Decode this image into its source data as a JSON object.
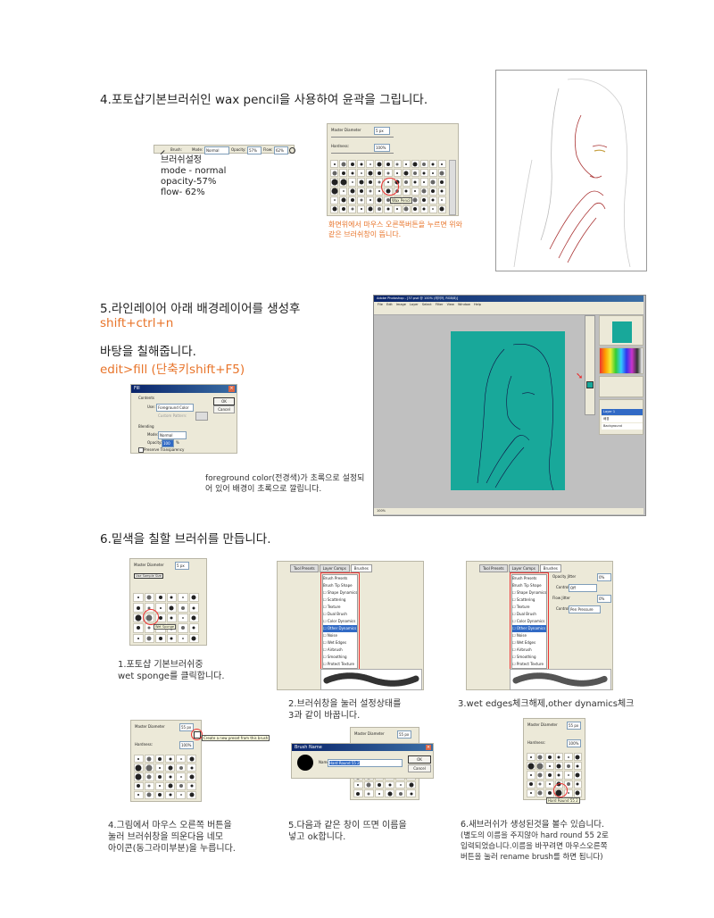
{
  "section4": {
    "heading": "4.포토샵기본브러쉬인 wax pencil을 사용하여 윤곽을 그립니다.",
    "settings_title": "브러쉬설정",
    "settings": [
      "mode - normal",
      "opacity-57%",
      "flow- 62%"
    ],
    "toolbar": {
      "brush": "Brush:",
      "mode": "Mode:",
      "mode_val": "Normal",
      "opacity": "Opacity:",
      "opacity_val": "57%",
      "flow": "Flow:",
      "flow_val": "62%"
    },
    "panel": {
      "master": "Master Diameter",
      "master_val": "5 px",
      "hardness": "Hardness:",
      "hardness_val": "100%",
      "tooltip": "Wax Pencil"
    },
    "note": "화면위에서 마우스 오른쪽버튼을 누르면 위와 같은 브러쉬창이 뜹니다."
  },
  "section5": {
    "heading": "5.라인레이어 아래 배경레이어를 생성후",
    "shortcut1": "shift+ctrl+n",
    "heading2": "바탕을 칠해줍니다.",
    "shortcut2": "edit>fill (단축키shift+F5)",
    "fill_dialog": {
      "title": "Fill",
      "contents": "Contents",
      "use": "Use:",
      "use_val": "Foreground Color",
      "custom": "Custom Pattern:",
      "blending": "Blending",
      "mode": "Mode:",
      "mode_val": "Normal",
      "opacity": "Opacity:",
      "opacity_val": "100",
      "pct": "%",
      "preserve": "Preserve Transparency",
      "ok": "OK",
      "cancel": "Cancel"
    },
    "ps_title": "Adobe Photoshop - [37.psd @ 100% (레이어, RGB/8)]",
    "menu": [
      "File",
      "Edit",
      "Image",
      "Layer",
      "Select",
      "Filter",
      "View",
      "Window",
      "Help"
    ],
    "layers": [
      "Layer 1",
      "배경",
      "Background"
    ],
    "status": "100%",
    "note": "foreground color(전경색)가 초록으로 설정되어 있어 배경이 초록으로 깔립니다.",
    "accent_teal": "#18a89a"
  },
  "section6": {
    "heading": "6.밑색을 칠할 브러쉬를 만듭니다.",
    "tabs": [
      "Tool Presets",
      "Layer Comps",
      "Brushes"
    ],
    "options": [
      "Brush Presets",
      "Brush Tip Shape",
      "Shape Dynamics",
      "Scattering",
      "Texture",
      "Dual Brush",
      "Color Dynamics",
      "Other Dynamics",
      "Noise",
      "Wet Edges",
      "Airbrush",
      "Smoothing",
      "Protect Texture"
    ],
    "panel1": {
      "master": "Master Diameter",
      "master_val": "5 px",
      "sample": "Use Sample Size",
      "tooltip": "Wet Sponge"
    },
    "panel2_fields": {
      "opacity": "Opacity Jitter",
      "control": "Control:",
      "control_val": "Off",
      "flow": "Flow Jitter",
      "control2_val": "Pen Pressure",
      "pct": "0%"
    },
    "panel4": {
      "master": "Master Diameter",
      "master_val": "55 px",
      "hardness": "Hardness:",
      "hardness_val": "100%",
      "tooltip": "Create a new preset from this brush"
    },
    "brush_name": {
      "title": "Brush Name",
      "name": "Name:",
      "name_val": "Hard Round 55 2",
      "ok": "OK",
      "cancel": "Cancel"
    },
    "panel6": {
      "master": "Master Diameter",
      "master_val": "55 px",
      "hardness": "Hardness:",
      "hardness_val": "100%",
      "tooltip": "Hard Round 55 2"
    },
    "captions": {
      "c1": [
        "1.포토샵 기본브러쉬중",
        "wet sponge를 클릭합니다."
      ],
      "c2": [
        "2.브러쉬창을 눌러 설정상태를",
        "3과 같이 바꿉니다."
      ],
      "c3": [
        "3.wet edges체크해제,other dynamics체크"
      ],
      "c4": [
        "4.그림에서 마우스 오른쪽 버튼을",
        "눌러 브러쉬창을 띄운다음 네모",
        "아이콘(동그라미부분)을 누릅니다."
      ],
      "c5": [
        "5.다음과 같은 창이 뜨면 이름을",
        "넣고 ok합니다."
      ],
      "c6": [
        "6.새브러쉬가 생성된것을 볼수 있습니다.",
        "(별도의 이름을 주지않아 hard round 55 2로",
        "입력되었습니다.이름을 바꾸려면 마우스오른쪽",
        "버튼을 눌러 rename brush를 하면 됩니다)"
      ]
    }
  }
}
